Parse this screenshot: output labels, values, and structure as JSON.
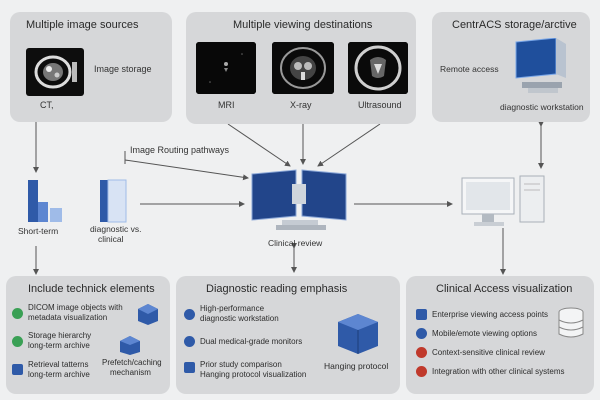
{
  "sources": {
    "title": "Multiple image sources",
    "storage_label": "Image storage",
    "ct_label": "CT,"
  },
  "viewing": {
    "title": "Multiple viewing destinations",
    "items": [
      {
        "label": "MRI"
      },
      {
        "label": "X-ray"
      },
      {
        "label": "Ultrasound"
      }
    ]
  },
  "archive": {
    "title": "CentrACS storage/arctive",
    "remote_label": "Remote access",
    "workstation_label": "diagnostic workstation"
  },
  "middle": {
    "routing_label": "Image Routing pathways",
    "short_term_label": "Short-term",
    "diagnostic_label_1": "diagnostic vs.",
    "diagnostic_label_2": "clinical",
    "clinical_review_label": "Clinical review"
  },
  "technical": {
    "title": "Include technick elements",
    "items": [
      {
        "line1": "DICOM image objects with",
        "line2": "metadata visualization"
      },
      {
        "line1": "Storage hierarchy",
        "line2": "long-term archive"
      },
      {
        "line1": "Retrieval tatterns",
        "line2": "long-term archive"
      }
    ],
    "prefetch_1": "Prefetch/caching",
    "prefetch_2": "mechanism"
  },
  "diagnostic": {
    "title": "Diagnostic reading emphasis",
    "items": [
      {
        "line1": "High-performance",
        "line2": "diagnostic workstation"
      },
      {
        "line1": "Dual medical-grade monitors",
        "line2": ""
      },
      {
        "line1": "Prior study comparison",
        "line2": "Hanging protocol visualization"
      }
    ],
    "hanging_label": "Hanging protocol"
  },
  "clinical": {
    "title": "Clinical Access visualization",
    "items": [
      {
        "label": "Enterprise viewing access points"
      },
      {
        "label": "Mobile/emote viewing options"
      },
      {
        "label": "Context-sensitive clinical review"
      },
      {
        "label": "Integration with other clinical systems"
      }
    ]
  },
  "colors": {
    "accent_blue": "#2f5aa8",
    "panel_gray": "#d6d7d9",
    "check_green": "#3aa055",
    "alert_red": "#c0392b"
  }
}
